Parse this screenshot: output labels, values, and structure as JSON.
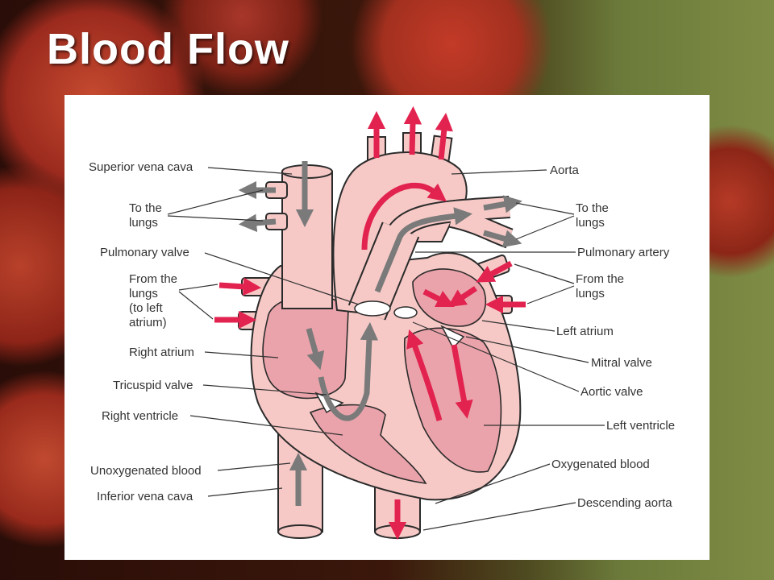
{
  "slide": {
    "title": "Blood Flow"
  },
  "diagram": {
    "labels": {
      "superior_vena_cava": [
        "Superior vena cava"
      ],
      "to_the_lungs_left": [
        "To the",
        "lungs"
      ],
      "pulmonary_valve": [
        "Pulmonary valve"
      ],
      "from_the_lungs_left": [
        "From the",
        "lungs",
        "(to left",
        "atrium)"
      ],
      "right_atrium": [
        "Right atrium"
      ],
      "tricuspid_valve": [
        "Tricuspid valve"
      ],
      "right_ventricle": [
        "Right ventricle"
      ],
      "unoxygenated_blood": [
        "Unoxygenated blood"
      ],
      "inferior_vena_cava": [
        "Inferior vena cava"
      ],
      "aorta": [
        "Aorta"
      ],
      "to_the_lungs_right": [
        "To the",
        "lungs"
      ],
      "pulmonary_artery": [
        "Pulmonary artery"
      ],
      "from_the_lungs_right": [
        "From the",
        "lungs"
      ],
      "left_atrium": [
        "Left atrium"
      ],
      "mitral_valve": [
        "Mitral valve"
      ],
      "aortic_valve": [
        "Aortic valve"
      ],
      "left_ventricle": [
        "Left ventricle"
      ],
      "oxygenated_blood": [
        "Oxygenated blood"
      ],
      "descending_aorta": [
        "Descending aorta"
      ]
    }
  },
  "colors": {
    "oxygenated_arrow": "#e2234f",
    "unoxygenated_arrow": "#7a7a7a",
    "tissue": "#f6c9c6",
    "chamber": "#eaa3aa",
    "outline": "#2b2b2b"
  }
}
